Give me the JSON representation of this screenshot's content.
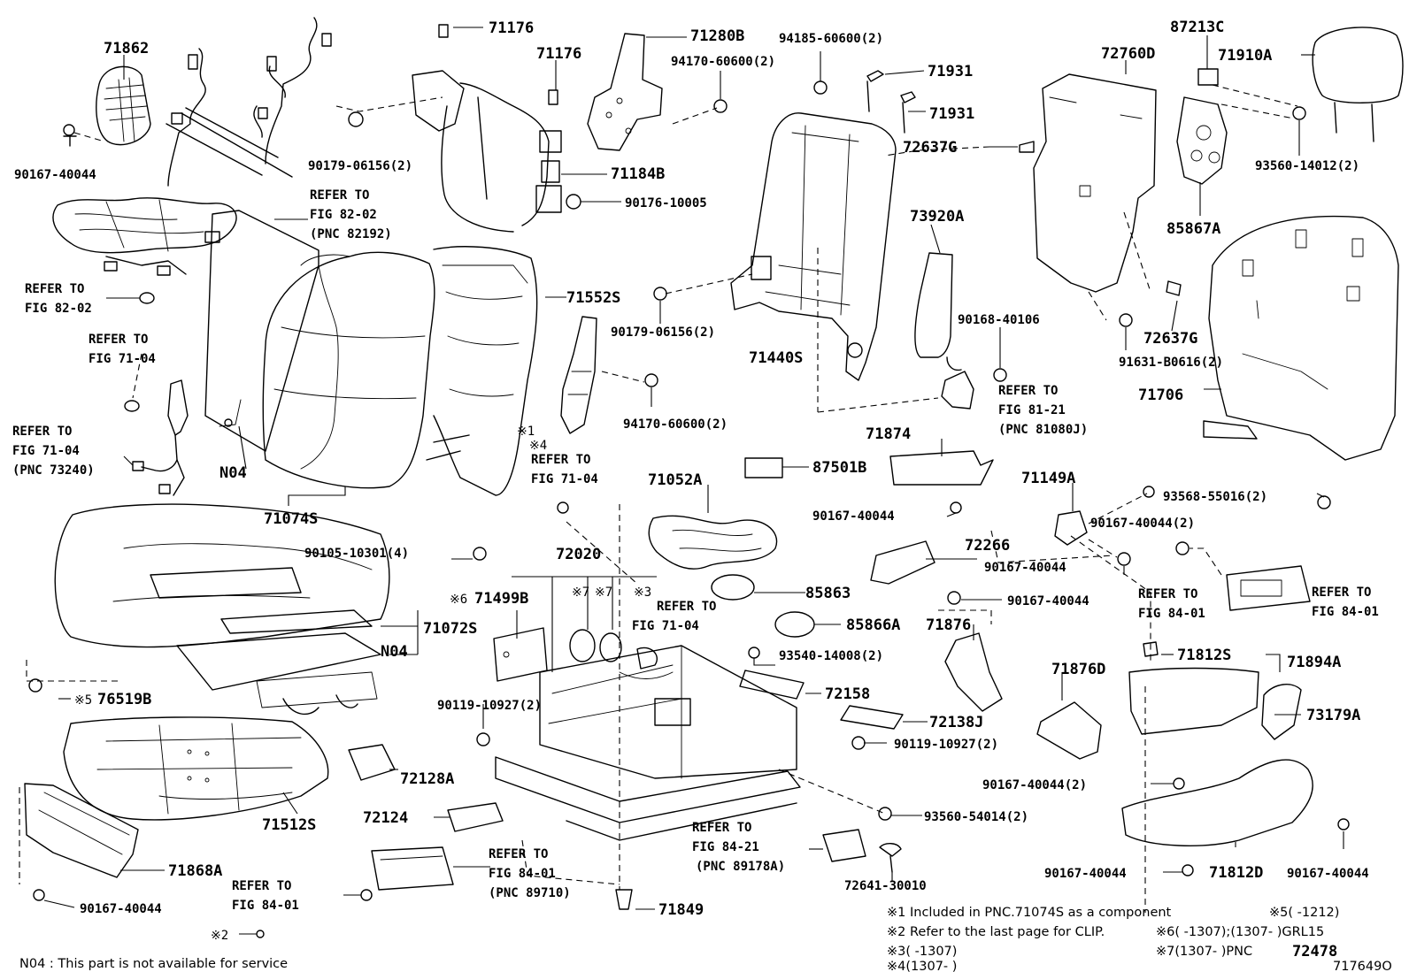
{
  "labels": {
    "p71862": "71862",
    "p90167_a": "90167-40044",
    "p_ref8202_a1": "REFER TO",
    "p_ref8202_a2": "FIG 82-02",
    "p_ref8202_a3": "(PNC 82192)",
    "p_ref8202_b1": "REFER TO",
    "p_ref8202_b2": "FIG 82-02",
    "p_ref7104_a1": "REFER TO",
    "p_ref7104_a2": "FIG 71-04",
    "p_ref7104_b1": "REFER TO",
    "p_ref7104_b2": "FIG 71-04",
    "p_ref7104_b3": "(PNC 73240)",
    "pN04_a": "N04",
    "p71074S": "71074S",
    "p71176_a": "71176",
    "p71176_b": "71176",
    "p90179_a": "90179-06156(2)",
    "p71184B": "71184B",
    "p90176": "90176-10005",
    "p71280B": "71280B",
    "p94170_a": "94170-60600(2)",
    "p94185": "94185-60600(2)",
    "p71931_a": "71931",
    "p71931_b": "71931",
    "p72637G_a": "72637G",
    "p71552S": "71552S",
    "p90179_b": "90179-06156(2)",
    "p71440S": "71440S",
    "p73920A": "73920A",
    "p94170_b": "94170-60600(2)",
    "p72760D": "72760D",
    "p90168": "90168-40106",
    "p91631": "91631-B0616(2)",
    "p72637G_b": "72637G",
    "p87213C": "87213C",
    "p71910A": "71910A",
    "p93560_a": "93560-14012(2)",
    "p85867A": "85867A",
    "p71706": "71706",
    "p_ref8121_1": "REFER TO",
    "p_ref8121_2": "FIG 81-21",
    "p_ref8121_3": "(PNC 81080J)",
    "p_note1_mark": "※1",
    "p_note4_mark": "※4",
    "p_ref7104_c1": "REFER TO",
    "p_ref7104_c2": "FIG 71-04",
    "p71874": "71874",
    "p87501B": "87501B",
    "p71052A": "71052A",
    "p90167_b": "90167-40044",
    "p71149A": "71149A",
    "p90167_c": "90167-40044(2)",
    "p93568": "93568-55016(2)",
    "p90105": "90105-10301(4)",
    "p72020": "72020",
    "p72266": "72266",
    "p90167_d": "90167-40044",
    "p_note6_mark": "※6",
    "p71499B": "71499B",
    "p_note7_a": "※7",
    "p_note7_b": "※7",
    "p_note3_mark": "※3",
    "p_ref7104_d1": "REFER TO",
    "p_ref7104_d2": "FIG 71-04",
    "p85863": "85863",
    "p90167_e": "90167-40044",
    "p_ref8401_a1": "REFER TO",
    "p_ref8401_a2": "FIG 84-01",
    "p_ref8401_b1": "REFER TO",
    "p_ref8401_b2": "FIG 84-01",
    "p71072S": "71072S",
    "pN04_b": "N04",
    "p85866A": "85866A",
    "p71876": "71876",
    "p93540": "93540-14008(2)",
    "p_note5_mark": "※5",
    "p76519B": "76519B",
    "p71812S": "71812S",
    "p71894A": "71894A",
    "p72158": "72158",
    "p71876D": "71876D",
    "p90119_a": "90119-10927(2)",
    "p72138J": "72138J",
    "p73179A": "73179A",
    "p90119_b": "90119-10927(2)",
    "p72128A": "72128A",
    "p90167_f": "90167-40044(2)",
    "p72124": "72124",
    "p93560_b": "93560-54014(2)",
    "p71512S": "71512S",
    "p_ref8421_1": "REFER TO",
    "p_ref8421_2": "FIG 84-21",
    "p_ref8421_3": "(PNC 89178A)",
    "p_ref8401_c1": "REFER TO",
    "p_ref8401_c2": "FIG 84-01",
    "p_ref8401_c3": "(PNC 89710)",
    "p71868A": "71868A",
    "p_ref8401_d1": "REFER TO",
    "p_ref8401_d2": "FIG 84-01",
    "p90167_g": "90167-40044",
    "p72641": "72641-30010",
    "p90167_h": "90167-40044",
    "p71812D": "71812D",
    "p90167_i": "90167-40044",
    "p71849": "71849",
    "p_note2_mark": "※2"
  },
  "footnotes": {
    "n1": "※1 Included in PNC.71074S as a component",
    "n5": "※5(    -1212)",
    "n2": "※2 Refer to the last page for CLIP.",
    "n6": "※6(    -1307);(1307-    )GRL15",
    "n3": "※3(    -1307)",
    "n7a": "※7(1307-    )PNC",
    "n7b": "72478",
    "n4": "※4(1307-    )",
    "n04": "N04 : This part is not available for service",
    "drawing_id": "717649O"
  }
}
